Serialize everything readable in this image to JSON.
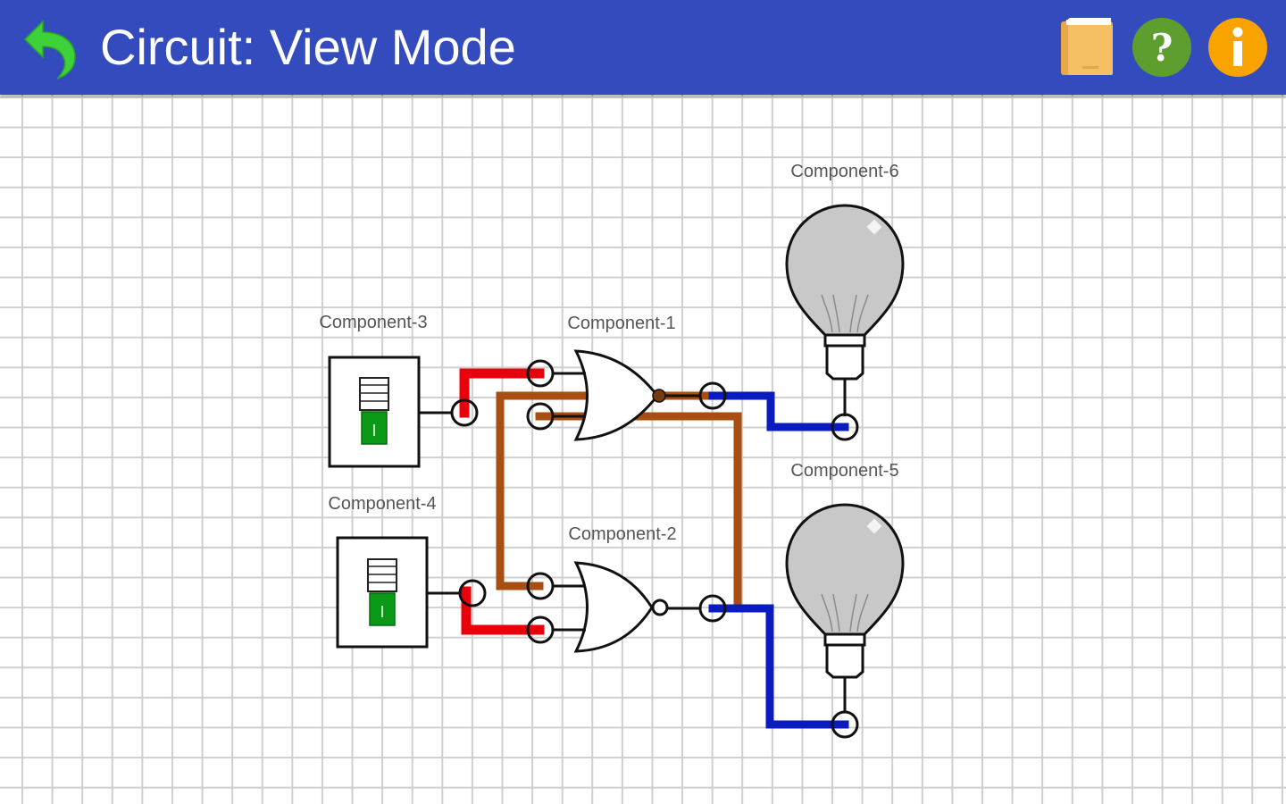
{
  "toolbar": {
    "title": "Circuit: View Mode",
    "back_icon": "undo-arrow-icon",
    "buttons": [
      {
        "name": "book",
        "icon": "book-icon",
        "color": "#f2b35a"
      },
      {
        "name": "help",
        "icon": "question-icon",
        "glyph": "?",
        "color": "#5e9e2e"
      },
      {
        "name": "info",
        "icon": "info-icon",
        "glyph": "i",
        "color": "#f9a300"
      }
    ],
    "background": "#344bbd"
  },
  "components": [
    {
      "id": "Component-1",
      "label": "Component-1",
      "type": "or-gate"
    },
    {
      "id": "Component-2",
      "label": "Component-2",
      "type": "nor-gate"
    },
    {
      "id": "Component-3",
      "label": "Component-3",
      "type": "switch",
      "state": "on",
      "state_glyph": "I"
    },
    {
      "id": "Component-4",
      "label": "Component-4",
      "type": "switch",
      "state": "on",
      "state_glyph": "I"
    },
    {
      "id": "Component-5",
      "label": "Component-5",
      "type": "bulb",
      "lit": false
    },
    {
      "id": "Component-6",
      "label": "Component-6",
      "type": "bulb",
      "lit": false
    }
  ],
  "wire_colors": {
    "switch_wire": "#e8000b",
    "cross_wire": "#a94e12",
    "output_wire": "#0a1bbf"
  },
  "switch_on_color": "#0b9a17",
  "bulb_fill": "#c8c8c8"
}
